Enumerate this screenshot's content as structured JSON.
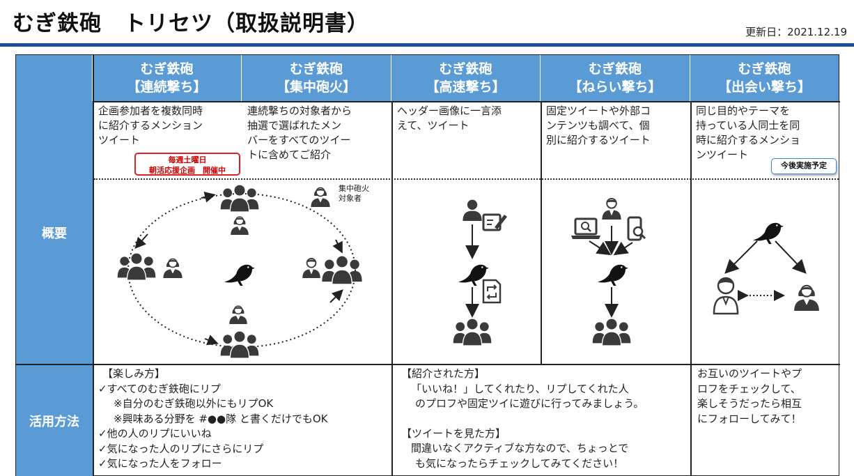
{
  "page": {
    "title": "むぎ鉄砲　トリセツ（取扱説明書）",
    "updated": "更新日：2021.12.19"
  },
  "columns": [
    {
      "line1": "むぎ鉄砲",
      "line2": "【連続撃ち】"
    },
    {
      "line1": "むぎ鉄砲",
      "line2": "【集中砲火】"
    },
    {
      "line1": "むぎ鉄砲",
      "line2": "【高速撃ち】"
    },
    {
      "line1": "むぎ鉄砲",
      "line2": "【ねらい撃ち】"
    },
    {
      "line1": "むぎ鉄砲",
      "line2": "【出会い撃ち】"
    }
  ],
  "rows": {
    "overview_label": "概要",
    "usage_label": "活用方法"
  },
  "overview": {
    "col1": [
      "企画参加者を複数同時",
      "に紹介するメンション",
      "ツイート"
    ],
    "col2": [
      "連続撃ちの対象者から",
      "抽選で選ばれたメン",
      "バーをすべてのツイー",
      "トに含めてご紹介"
    ],
    "col3": [
      "ヘッダー画像に一言添",
      "えて、ツイート"
    ],
    "col4": [
      "固定ツイートや外部コ",
      "ンテンツも調べて、個",
      "別に紹介するツイート"
    ],
    "col5": [
      "同じ目的やテーマを",
      "持っている人同士を同",
      "時に紹介するメンショ",
      "ンツイート"
    ],
    "badge_red": [
      "毎週土曜日",
      "朝活応援企画　開催中"
    ],
    "badge_blue": "今後実施予定",
    "diagram_label": [
      "集中砲火",
      "対象者"
    ]
  },
  "usage": {
    "left": {
      "heading": "【楽しみ方】",
      "lines": [
        "✓すべてのむぎ鉄砲にリプ",
        "※自分のむぎ鉄砲以外にもリプOK",
        "※興味ある分野を #●●隊 と書くだけでもOK",
        "✓他の人のリプにいいね",
        "✓気になった人のリプにさらにリプ",
        "✓気になった人をフォロー"
      ]
    },
    "middle": {
      "heading1": "【紹介された方】",
      "text1": [
        "「いいね！」してくれたり、リプしてくれた人",
        "のプロフや固定ツイに遊びに行ってみましょう。"
      ],
      "heading2": "【ツイートを見た方】",
      "text2": [
        "間違いなくアクティブな方なので、ちょっとで",
        "も気になったらチェックしてみてください！"
      ]
    },
    "right": [
      "お互いのツイートやプ",
      "ロフをチェックして、",
      "楽しそうだったら相互",
      "にフォローしてみて！"
    ]
  },
  "colors": {
    "header_blue": "#5b9bd5",
    "rule_blue": "#1f4e9e",
    "badge_red": "#e02020",
    "badge_blue": "#3a86d0"
  },
  "icons": [
    "group-icon",
    "person-icon",
    "bird-icon",
    "compose-icon",
    "retweet-icon",
    "laptop-search-icon",
    "phone-search-icon"
  ]
}
